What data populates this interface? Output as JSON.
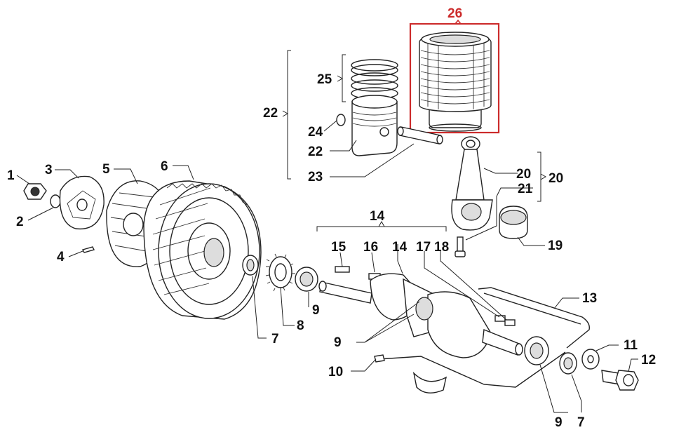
{
  "diagram": {
    "highlight_color": "#cc2b2b",
    "callouts": {
      "c1": "1",
      "c2": "2",
      "c3": "3",
      "c4": "4",
      "c5": "5",
      "c6": "6",
      "c7a": "7",
      "c7b": "7",
      "c8": "8",
      "c9a": "9",
      "c9b": "9",
      "c9c": "9",
      "c10": "10",
      "c11": "11",
      "c12": "12",
      "c13": "13",
      "c14a": "14",
      "c14b": "14",
      "c15": "15",
      "c16": "16",
      "c17": "17",
      "c18": "18",
      "c19": "19",
      "c20a": "20",
      "c20b": "20",
      "c21": "21",
      "c22a": "22",
      "c22b": "22",
      "c23": "23",
      "c24": "24",
      "c25": "25",
      "c26": "26"
    }
  }
}
